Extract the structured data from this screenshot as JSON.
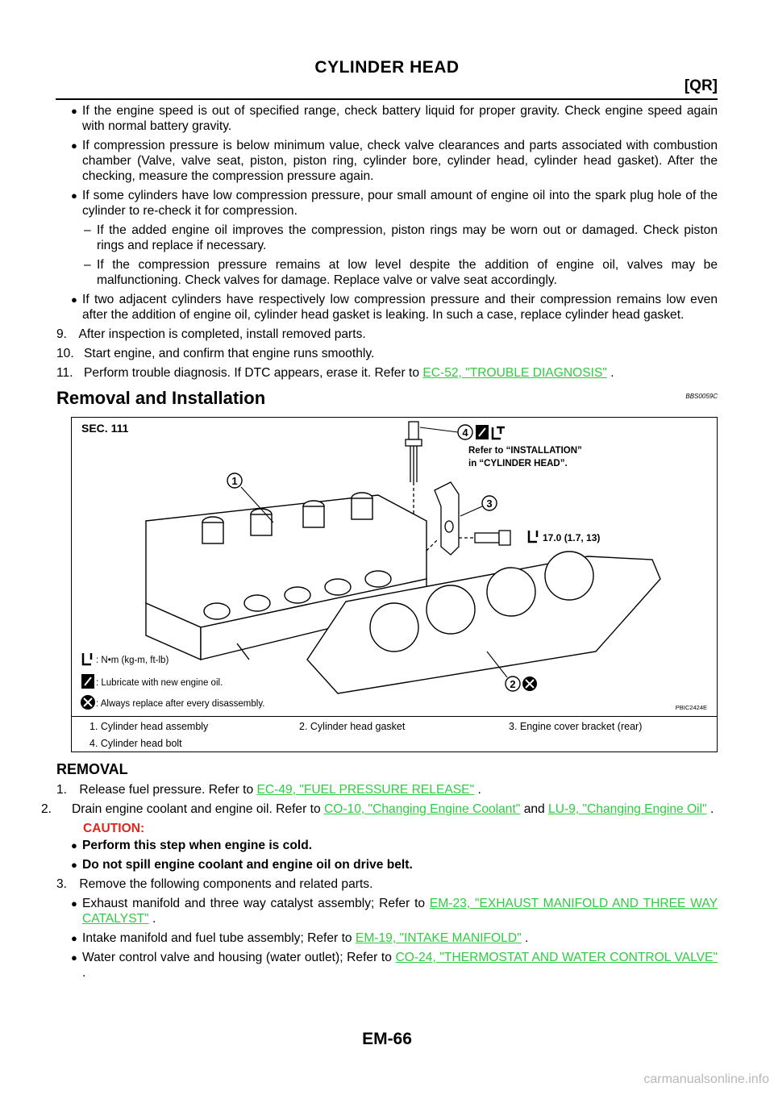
{
  "header": {
    "title": "CYLINDER HEAD",
    "section": "[QR]"
  },
  "intro_bullets": [
    "If the engine speed is out of specified range, check battery liquid for proper gravity. Check engine speed again with normal battery gravity.",
    "If compression pressure is below minimum value, check valve clearances and parts associated with combustion chamber (Valve, valve seat, piston, piston ring, cylinder bore, cylinder head, cylinder head gasket). After the checking, measure the compression pressure again.",
    "If some cylinders have low compression pressure, pour small amount of engine oil into the spark plug hole of the cylinder to re-check it for compression."
  ],
  "dash_items": [
    "If the added engine oil improves the compression, piston rings may be worn out or damaged. Check piston rings and replace if necessary.",
    "If the compression pressure remains at low level despite the addition of engine oil, valves may be malfunctioning. Check valves for damage. Replace valve or valve seat accordingly."
  ],
  "bullet_last": "If two adjacent cylinders have respectively low compression pressure and their compression remains low even after the addition of engine oil, cylinder head gasket is leaking. In such a case, replace cylinder head gasket.",
  "steps": {
    "s9": {
      "num": "9.",
      "text": "After inspection is completed, install removed parts."
    },
    "s10": {
      "num": "10.",
      "text": "Start engine, and confirm that engine runs smoothly."
    },
    "s11": {
      "num": "11.",
      "text": "Perform trouble diagnosis. If DTC appears, erase it. Refer to",
      "link": "EC-52, \"TROUBLE DIAGNOSIS\"",
      "after": " ."
    }
  },
  "section": {
    "title": "Removal and Installation",
    "code": "BBS0059C"
  },
  "figure": {
    "sec": "SEC. 111",
    "callout_4_line1": "Refer to “INSTALLATION”",
    "callout_4_line2": "in “CYLINDER HEAD”.",
    "torque": "17.0 (1.7, 13)",
    "legend_torque": ": N•m (kg-m, ft-lb)",
    "legend_lube": ": Lubricate with new engine oil.",
    "legend_replace": ": Always replace after every disassembly.",
    "code": "PBIC2424E",
    "labels": [
      "1",
      "2",
      "3",
      "4"
    ]
  },
  "captions": [
    "1.   Cylinder head assembly",
    "2.   Cylinder head gasket",
    "3.   Engine cover bracket (rear)",
    "4.   Cylinder head bolt"
  ],
  "removal": {
    "title": "REMOVAL",
    "s1": {
      "num": "1.",
      "text": "Release fuel pressure. Refer to ",
      "link": "EC-49, \"FUEL PRESSURE RELEASE\"",
      "after": " ."
    },
    "s2": {
      "num": "2.",
      "text": "Drain engine coolant and engine oil. Refer to ",
      "link1": "CO-10, \"Changing Engine Coolant\"",
      "mid": "  and ",
      "link2": "LU-9, \"Changing Engine Oil\"",
      "after": " ."
    },
    "caution_label": "CAUTION:",
    "cautions": [
      "Perform this step when engine is cold.",
      "Do not spill engine coolant and engine oil on drive belt."
    ],
    "s3": {
      "num": "3.",
      "text": "Remove the following components and related parts."
    },
    "s3_items": [
      {
        "text": "Exhaust manifold and three way catalyst assembly; Refer to ",
        "link": "EM-23, \"EXHAUST MANIFOLD AND THREE WAY CATALYST\"",
        "after": " ."
      },
      {
        "text": "Intake manifold and fuel tube assembly; Refer to ",
        "link": "EM-19, \"INTAKE MANIFOLD\"",
        "after": " ."
      },
      {
        "text": "Water control valve and housing (water outlet); Refer to ",
        "link": "CO-24, \"THERMOSTAT AND WATER CONTROL VALVE\"",
        "after": " ."
      }
    ]
  },
  "footer": {
    "page_number": "EM-66",
    "watermark": "carmanualsonline.info"
  }
}
